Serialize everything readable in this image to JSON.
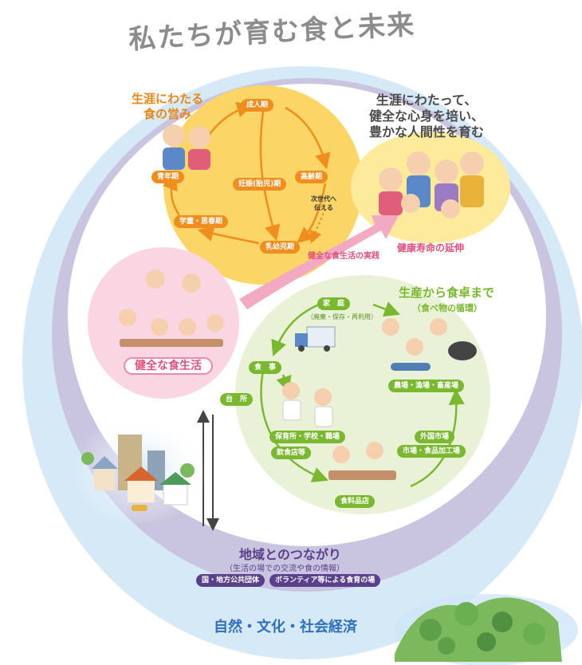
{
  "title": "私たちが育む食と未来",
  "life_cycle": {
    "heading_line1": "生涯にわたる",
    "heading_line2": "食の営み",
    "stages": {
      "adult": "成人期",
      "elderly": "高齢期",
      "pregnancy": "妊娠(胎児)期",
      "infancy": "乳幼児期",
      "school_age": "学童・思春期",
      "youth": "青年期"
    },
    "next_gen_line1": "次世代へ",
    "next_gen_line2": "伝える"
  },
  "goal": {
    "line1": "生涯にわたって、",
    "line2": "健全な心身を培い、",
    "line3": "豊かな人間性を育む",
    "longevity": "健康寿命の延伸"
  },
  "practice_label": "健全な食生活の実践",
  "healthy_diet_label": "健全な食生活",
  "food_chain": {
    "heading": "生産から食卓まで",
    "subheading": "（食べ物の循環）",
    "home": "家　庭",
    "home_note": "（廃棄・保存・再利用）",
    "meal": "食　事",
    "kitchen": "台　所",
    "institutions": "保育所・学校・職場",
    "restaurants": "飲食店等",
    "farms": "農場・漁場・畜産場",
    "foreign_market": "外国市場",
    "market_processing": "市場・食品加工場",
    "grocery": "食料品店"
  },
  "community": {
    "title": "地域とのつながり",
    "subtitle": "（生活の場での交流や食の情報）",
    "tag1": "国・地方公共団体",
    "tag2": "ボランティア等による食育の場"
  },
  "foundation": "自然・文化・社会経済",
  "colors": {
    "outer_ring": "#d6e9f7",
    "purple_ring": "#c9c4df",
    "lifecycle_circle": "#fbd565",
    "foodchain_circle": "#e9f2d6",
    "healthy_circle": "#f9d6e2",
    "arrow_orange": "#ef8e1e",
    "arrow_green": "#7ab82f"
  }
}
